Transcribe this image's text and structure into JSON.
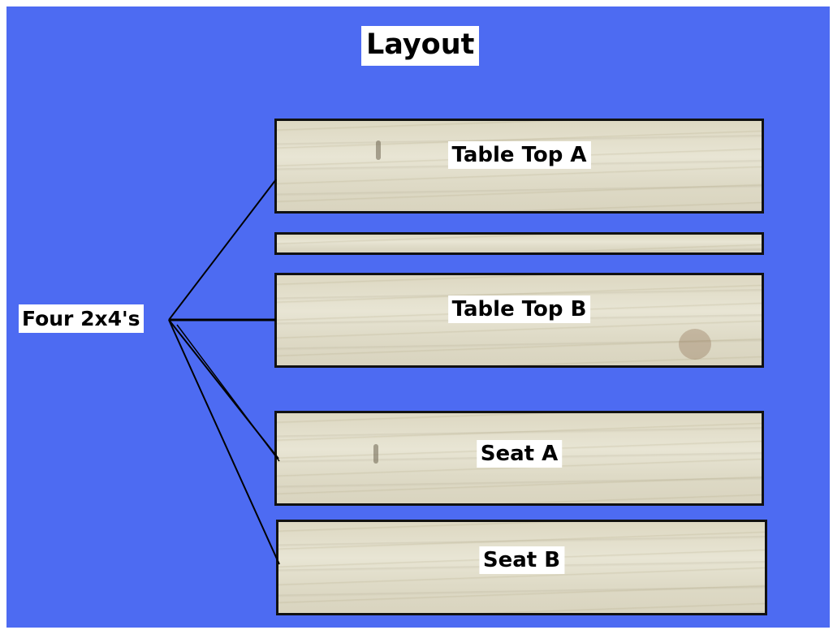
{
  "title": "Layout",
  "source": {
    "label": "Four 2x4's"
  },
  "boards": [
    {
      "id": "table-top-a",
      "label": "Table Top A"
    },
    {
      "id": "scrap-strip",
      "label": ""
    },
    {
      "id": "table-top-b",
      "label": "Table Top B"
    },
    {
      "id": "seat-a",
      "label": "Seat A"
    },
    {
      "id": "seat-b",
      "label": "Seat B"
    }
  ],
  "colors": {
    "background": "#4d6bf2",
    "wood": "#e4e0cd",
    "outline": "#111111",
    "label_bg": "#ffffff"
  }
}
